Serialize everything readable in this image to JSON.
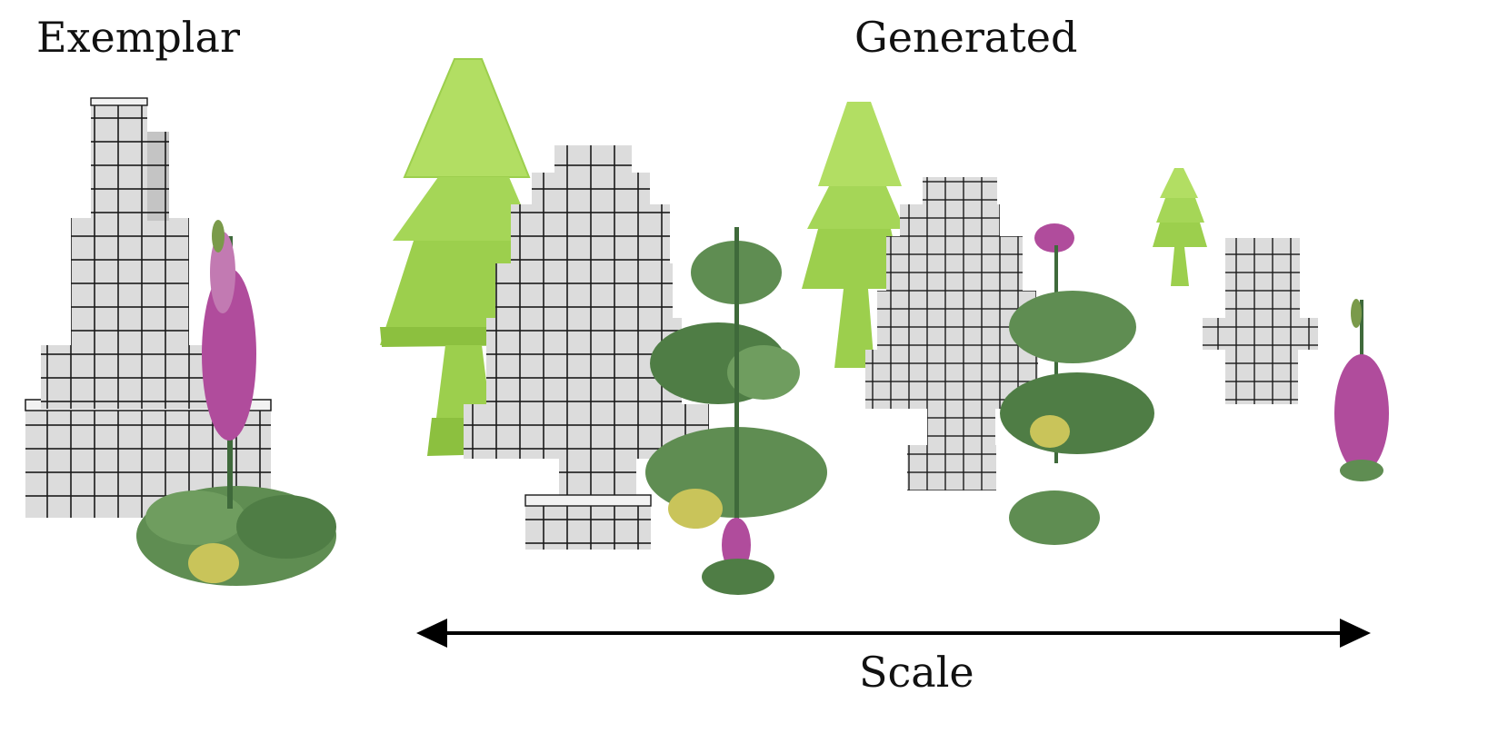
{
  "labels": {
    "exemplar": "Exemplar",
    "generated": "Generated",
    "scale": "Scale"
  },
  "colors": {
    "tree_light": "#b2de63",
    "tree_mid": "#9ccf4d",
    "tree_dark": "#7fae37",
    "cube_face": "#dcdcdc",
    "cube_top": "#f2f2f2",
    "cube_side": "#bdbdbd",
    "cube_line": "#1a1a1a",
    "leaf": "#5f8d52",
    "leaf_dark": "#3f6a3b",
    "flower": "#b04c9c",
    "arrow": "#000000"
  },
  "icons": {
    "tree": "low-poly-tree",
    "building": "voxel-building",
    "plant": "foxglove-plant",
    "arrow": "double-headed-arrow"
  }
}
